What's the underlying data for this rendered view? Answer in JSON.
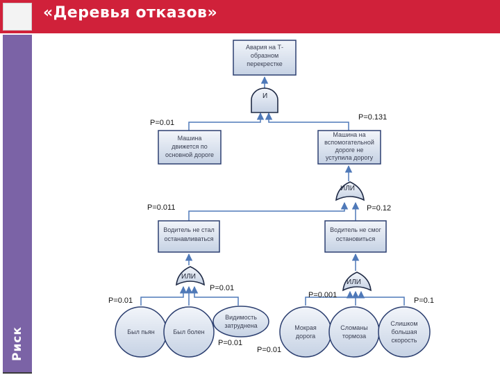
{
  "header": {
    "title": "«Деревья отказов»"
  },
  "sidebar": {
    "label": "Риск"
  },
  "tree": {
    "top_event": [
      "Авария на Т-",
      "образном",
      "перекрестке"
    ],
    "gate_top": "И",
    "main_road": [
      "Машина",
      "движется по",
      "основной дороге"
    ],
    "side_road": [
      "Машина на",
      "вспомогательной",
      "дороге не",
      "уступила дорогу"
    ],
    "gate_side": "ИЛИ",
    "driver_not_stop": [
      "Водитель не стал",
      "останавливаться"
    ],
    "driver_cant_stop": [
      "Водитель не смог",
      "остановиться"
    ],
    "gate_left": "ИЛИ",
    "gate_right": "ИЛИ",
    "drunk": [
      "Был пьян"
    ],
    "ill": [
      "Был болен"
    ],
    "visibility": [
      "Видимость",
      "затруднена"
    ],
    "wet_road": [
      "Мокрая",
      "дорога"
    ],
    "brakes": [
      "Сломаны",
      "тормоза"
    ],
    "speed": [
      "Слишком",
      "большая",
      "скорость"
    ]
  },
  "probabilities": {
    "main_road": "P=0.01",
    "side_road": "P=0.131",
    "driver_not_stop": "P=0.011",
    "driver_cant_stop": "P=0.12",
    "drunk": "P=0.01",
    "ill": "P=0.01",
    "visibility": "P=0.01",
    "wet_road": "P=0.001",
    "brakes": "P=0.01",
    "speed": "P=0.1"
  },
  "colors": {
    "header": "#d0213a",
    "sidebar": "#7b63a6",
    "edge": "#4f79b8",
    "node_fill": "#dbe3ef"
  }
}
